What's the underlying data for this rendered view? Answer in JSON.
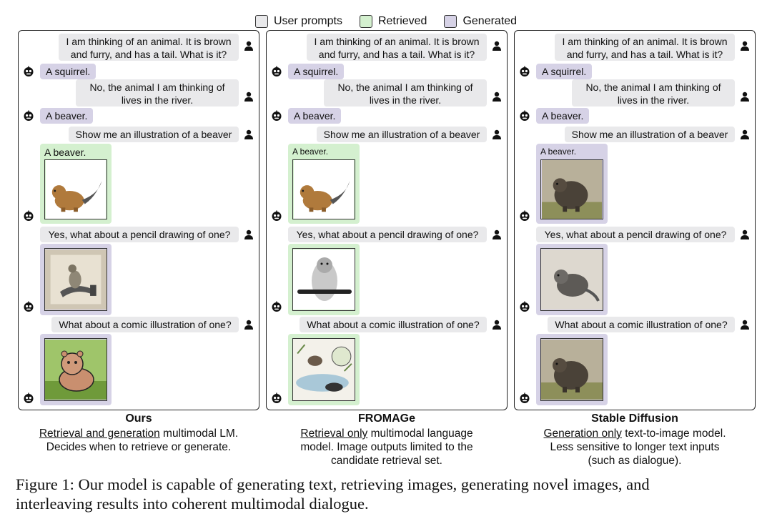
{
  "legend": [
    {
      "label": "User prompts",
      "color": "#e9e9eb"
    },
    {
      "label": "Retrieved",
      "color": "#d4f0cf"
    },
    {
      "label": "Generated",
      "color": "#d6d2e6"
    }
  ],
  "colors": {
    "user_bubble": "#e9e9eb",
    "bot_text_bubble": "#d6d2e6",
    "retrieved": "#d4f0cf",
    "generated": "#d6d2e6",
    "border": "#222222"
  },
  "dialogue": {
    "prompt1_line1": "I am thinking of an animal. It is brown",
    "prompt1_line2": "and furry, and has a tail. What is it?",
    "reply1": "A squirrel.",
    "prompt2_line1": "No, the animal I am thinking of",
    "prompt2_line2": "lives in the river.",
    "reply2": "A beaver.",
    "prompt3": "Show me an illustration of a beaver",
    "image1_caption": "A beaver.",
    "prompt4": "Yes, what about a pencil drawing of one?",
    "prompt5": "What about a comic illustration of one?"
  },
  "panels": [
    {
      "title": "Ours",
      "desc_underlined": "Retrieval and generation",
      "desc_line1_rest": " multimodal LM.",
      "desc_line2": "Decides when to retrieve or generate.",
      "desc_line3": "",
      "image_sources": [
        "retrieved",
        "generated",
        "generated"
      ],
      "image_icons": [
        "beaver-cartoon-icon",
        "pencil-beaver-drawing-icon",
        "comic-beaver-icon"
      ]
    },
    {
      "title": "FROMAGe",
      "desc_underlined": "Retrieval only",
      "desc_line1_rest": " multimodal language",
      "desc_line2": "model. Image outputs limited to the",
      "desc_line3": "candidate retrieval set.",
      "image_sources": [
        "retrieved",
        "retrieved",
        "retrieved"
      ],
      "image_icons": [
        "beaver-cartoon-icon",
        "beaver-with-pen-icon",
        "comic-pond-scene-icon"
      ]
    },
    {
      "title": "Stable Diffusion",
      "desc_underlined": "Generation only",
      "desc_line1_rest": " text-to-image model.",
      "desc_line2": "Less sensitive to longer text inputs",
      "desc_line3": "(such as dialogue).",
      "image_sources": [
        "generated",
        "generated",
        "generated"
      ],
      "image_icons": [
        "generated-rodent-icon",
        "generated-sketch-rodent-icon",
        "generated-rodent-icon"
      ]
    }
  ],
  "figure_caption": {
    "line1": "Figure 1: Our model is capable of generating text, retrieving images, generating novel images, and",
    "line2": "interleaving results into coherent multimodal dialogue."
  }
}
